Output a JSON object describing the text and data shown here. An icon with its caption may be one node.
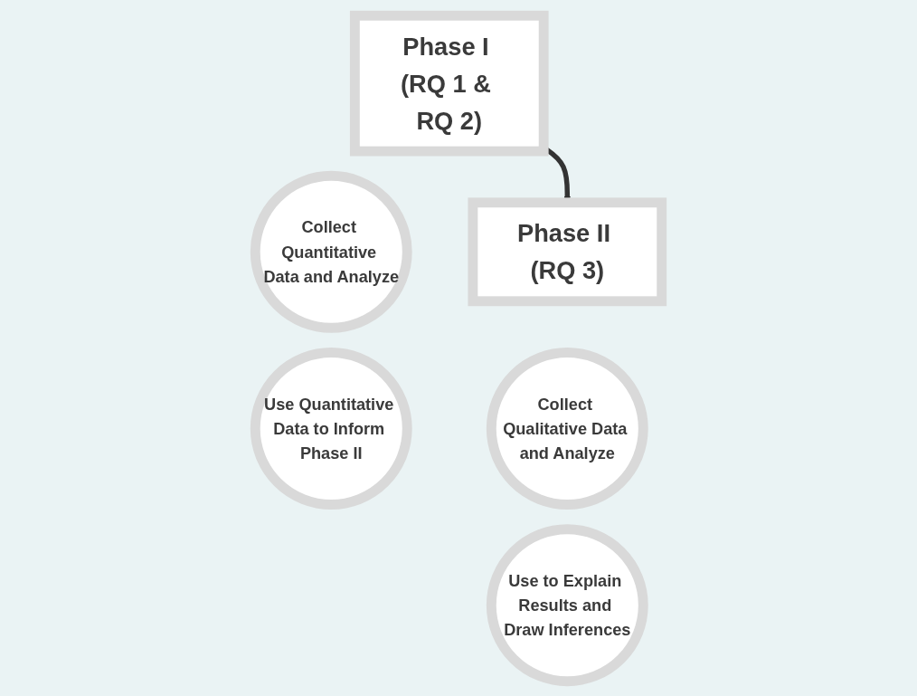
{
  "diagram": {
    "nodes": [
      {
        "text": [
          "Phase I (RQ 1 & RQ 2)"
        ]
      },
      {
        "text": [
          "Phase II (RQ 3)"
        ]
      },
      {
        "text": [
          "Collect Quantitative Data and Analyze"
        ]
      },
      {
        "text": [
          "Use Quantitative Data to Inform Phase II"
        ]
      },
      {
        "text": [
          "Collect Qualitative Data and Analyze"
        ]
      },
      {
        "text": [
          "Use to Explain Results and Draw Inferences"
        ]
      }
    ],
    "edges": [
      {
        "from": 0,
        "to": 1,
        "arrow": "to"
      }
    ]
  }
}
